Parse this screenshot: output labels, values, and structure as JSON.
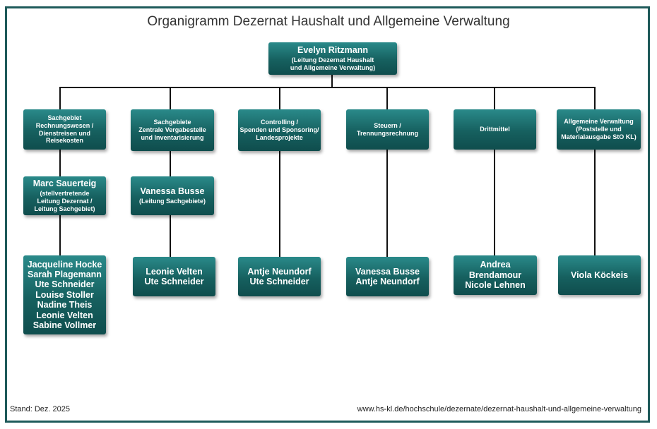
{
  "title": "Organigramm Dezernat Haushalt und Allgemeine Verwaltung",
  "head": {
    "name": "Evelyn Ritzmann",
    "role": "(Leitung Dezernat Haushalt\nund Allgemeine Verwaltung)"
  },
  "departments": [
    {
      "label": "Sachgebiet\nRechnungswesen /\nDienstreisen und\nReisekosten",
      "lead": {
        "name": "Marc Sauerteig",
        "role": "(stellvertretende\nLeitung Dezernat /\nLeitung Sachgebiet)"
      },
      "staff": "Jacqueline Hocke\nSarah Plagemann\nUte Schneider\nLouise Stoller\nNadine Theis\nLeonie Velten\nSabine Vollmer"
    },
    {
      "label": "Sachgebiete\nZentrale Vergabestelle\nund Inventarisierung",
      "lead": {
        "name": "Vanessa Busse",
        "role": "(Leitung Sachgebiete)"
      },
      "staff": "Leonie Velten\nUte Schneider"
    },
    {
      "label": "Controlling /\nSpenden und Sponsoring/\nLandesprojekte",
      "staff": "Antje Neundorf\nUte Schneider"
    },
    {
      "label": "Steuern /\nTrennungsrechnung",
      "staff": "Vanessa Busse\nAntje Neundorf"
    },
    {
      "label": "Drittmittel",
      "staff": "Andrea Brendamour\nNicole Lehnen"
    },
    {
      "label": "Allgemeine Verwaltung\n(Poststelle und\nMaterialausgabe StO KL)",
      "staff": "Viola Köckeis"
    }
  ],
  "footer": {
    "stand": "Stand: Dez. 2025",
    "url": "www.hs-kl.de/hochschule/dezernate/dezernat-haushalt-und-allgemeine-verwaltung"
  }
}
